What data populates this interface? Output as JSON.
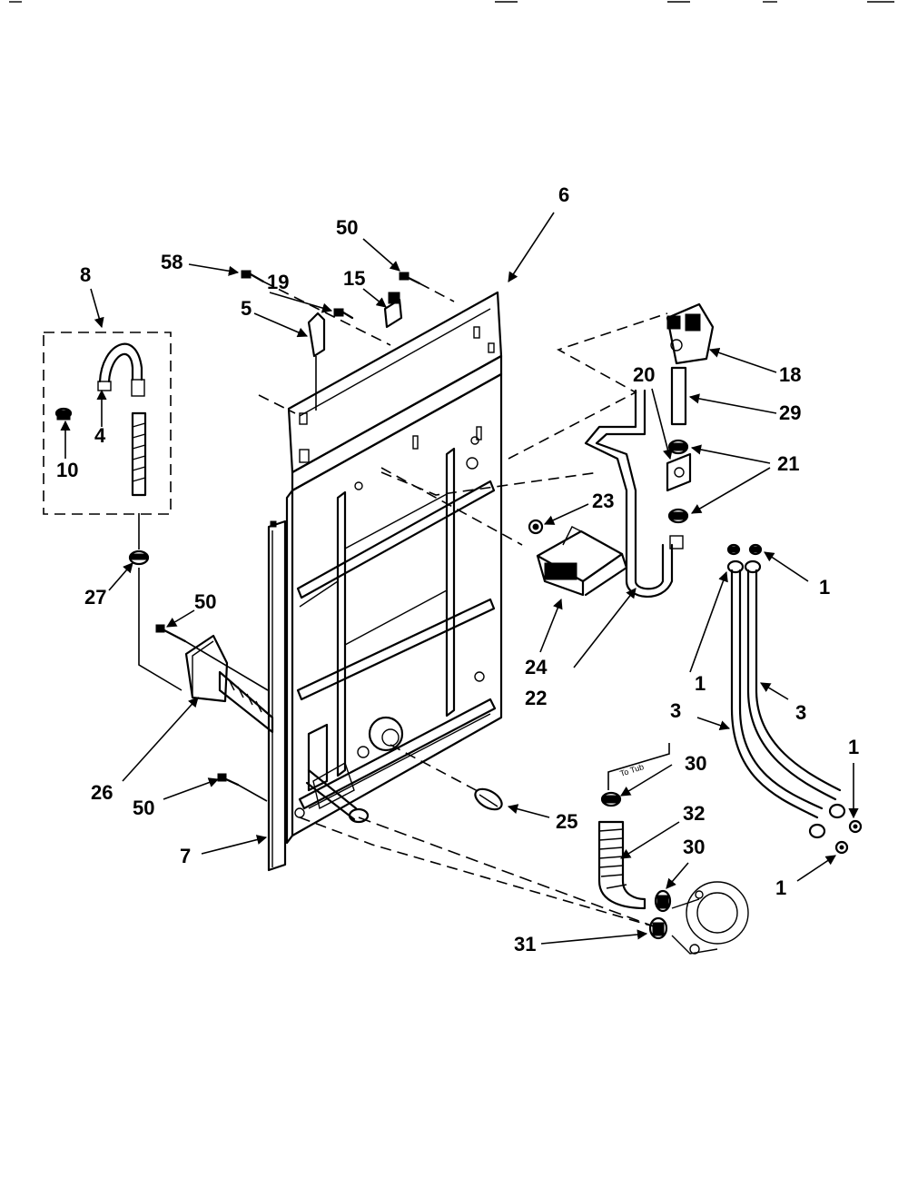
{
  "callouts": {
    "c1a": "1",
    "c1b": "1",
    "c1c": "1",
    "c1d": "1",
    "c3a": "3",
    "c3b": "3",
    "c4": "4",
    "c5": "5",
    "c6": "6",
    "c7": "7",
    "c8": "8",
    "c10": "10",
    "c15": "15",
    "c18": "18",
    "c19": "19",
    "c20": "20",
    "c21": "21",
    "c22": "22",
    "c23": "23",
    "c24": "24",
    "c25": "25",
    "c26": "26",
    "c27": "27",
    "c29": "29",
    "c30a": "30",
    "c30b": "30",
    "c31": "31",
    "c32": "32",
    "c50a": "50",
    "c50b": "50",
    "c50c": "50",
    "c58": "58"
  },
  "hose_tag": "To Tub"
}
